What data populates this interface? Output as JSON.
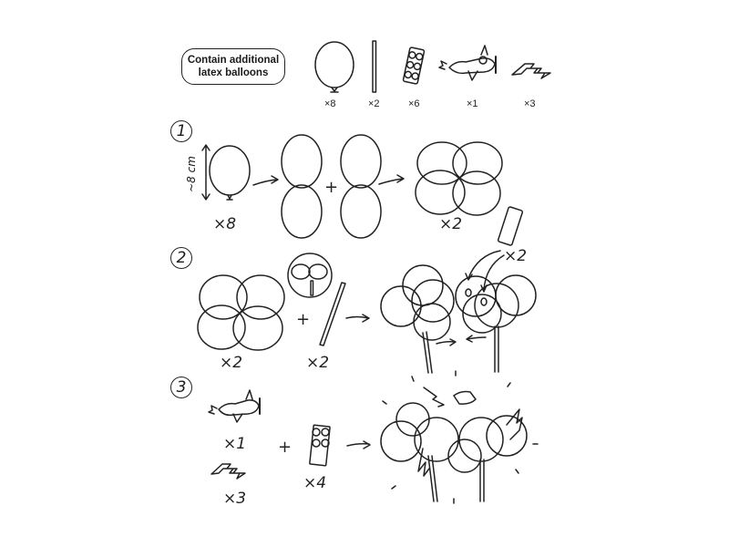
{
  "header": {
    "note": "Contain additional latex balloons",
    "parts": [
      {
        "name": "latex balloon",
        "icon": "balloon-icon",
        "qty": "×8"
      },
      {
        "name": "stick",
        "icon": "stick-icon",
        "qty": "×2"
      },
      {
        "name": "glue dots strip",
        "icon": "glue-dots-icon",
        "qty": "×6"
      },
      {
        "name": "airplane topper",
        "icon": "airplane-icon",
        "qty": "×1"
      },
      {
        "name": "lightning bolt",
        "icon": "lightning-icon",
        "qty": "×3"
      }
    ]
  },
  "steps": [
    {
      "number": "1",
      "size_label": "~8 cm",
      "balloon_qty": "×8",
      "plus": "+",
      "result_qty": "×2"
    },
    {
      "number": "2",
      "cluster_qty": "×2",
      "plus": "+",
      "stick_qty": "×2",
      "glue_qty": "×2"
    },
    {
      "number": "3",
      "airplane_qty": "×1",
      "lightning_qty": "×3",
      "plus": "+",
      "glue_qty": "×4"
    }
  ],
  "colors": {
    "line": "#222222",
    "background": "#ffffff"
  }
}
